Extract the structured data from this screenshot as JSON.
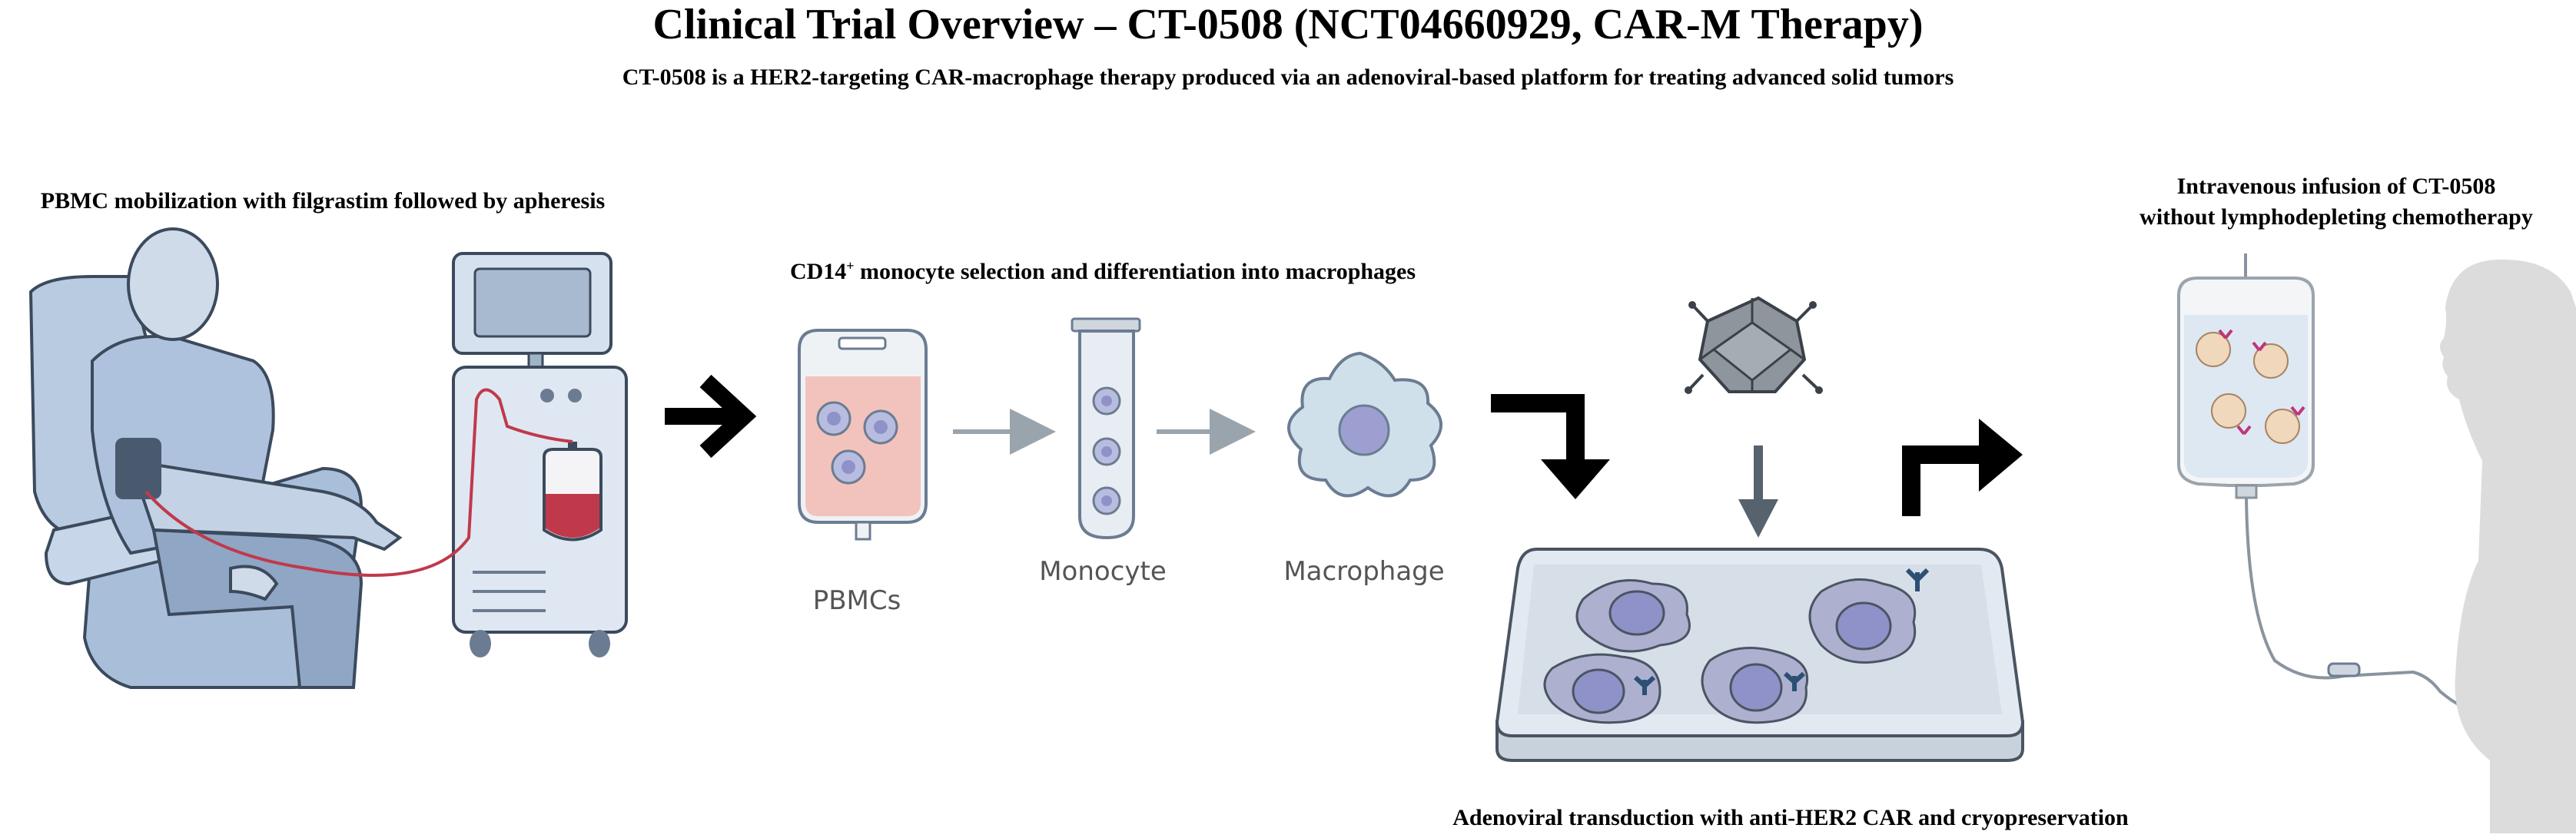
{
  "title": "Clinical Trial Overview – CT-0508 (NCT04660929, CAR-M Therapy)",
  "subtitle": "CT-0508 is a HER2-targeting CAR-macrophage therapy produced via an adenoviral-based platform for treating advanced solid tumors",
  "steps": {
    "mobilization": "PBMC mobilization with filgrastim followed by apheresis",
    "selection_prefix": "CD14",
    "selection_sup": "+",
    "selection_suffix": " monocyte selection and differentiation into macrophages",
    "transduction": "Adenoviral transduction with anti-HER2 CAR and cryopreservation",
    "infusion_line1": "Intravenous infusion of CT-0508",
    "infusion_line2": "without lymphodepleting chemotherapy"
  },
  "labels": {
    "pbmcs": "PBMCs",
    "monocyte": "Monocyte",
    "macrophage": "Macrophage"
  },
  "colors": {
    "blood": "#c0394b",
    "chair": "#9fb5cf",
    "bag_fill": "#f2c3bc",
    "cell": "#9d9fd0",
    "arrow": "#000000",
    "gray_arrow": "#9aa4ad"
  }
}
